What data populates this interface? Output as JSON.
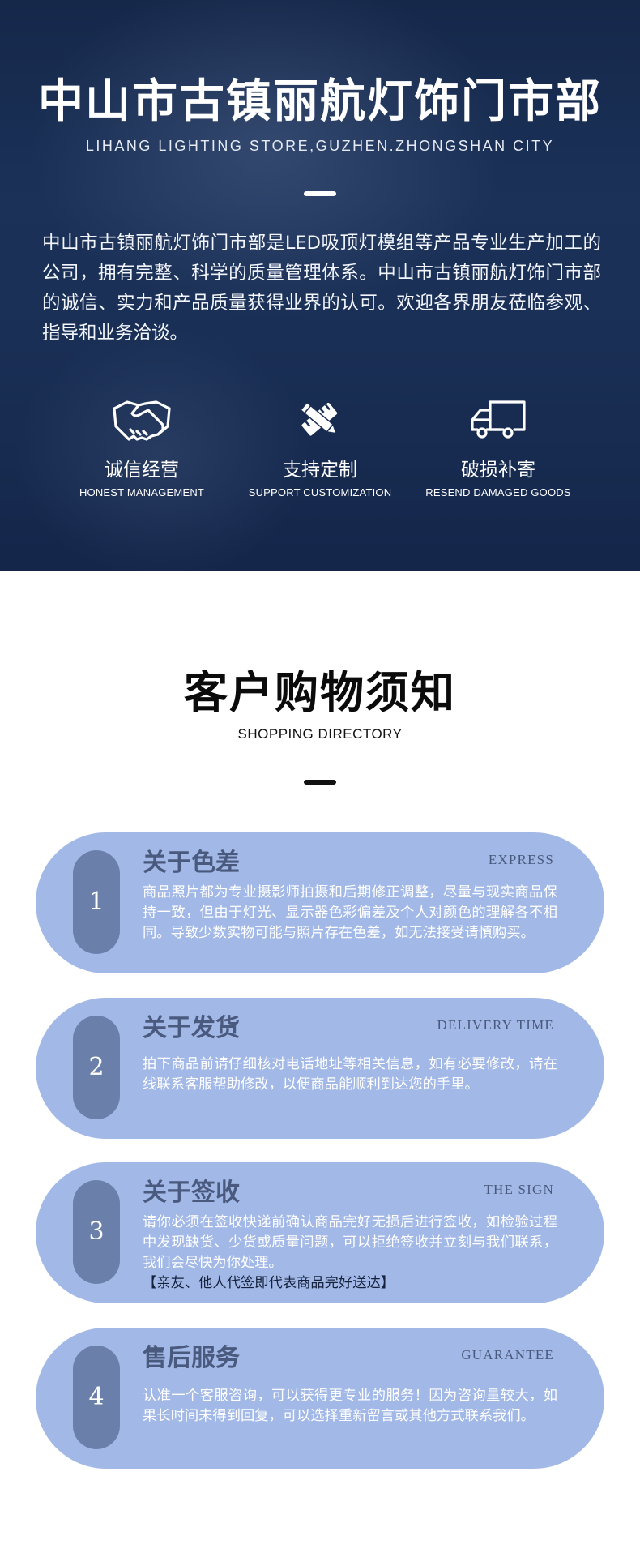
{
  "hero": {
    "title": "中山市古镇丽航灯饰门市部",
    "subtitle": "LIHANG LIGHTING STORE,GUZHEN.ZHONGSHAN CITY",
    "description": "中山市古镇丽航灯饰门市部是LED吸顶灯模组等产品专业生产加工的公司，拥有完整、科学的质量管理体系。中山市古镇丽航灯饰门市部的诚信、实力和产品质量获得业界的认可。欢迎各界朋友莅临参观、指导和业务洽谈。",
    "features": [
      {
        "icon": "handshake-icon",
        "name": "诚信经营",
        "en": "HONEST MANAGEMENT"
      },
      {
        "icon": "pencil-ruler-icon",
        "name": "支持定制",
        "en": "SUPPORT CUSTOMIZATION"
      },
      {
        "icon": "delivery-truck-icon",
        "name": "破损补寄",
        "en": "RESEND DAMAGED GOODS"
      }
    ]
  },
  "section": {
    "title": "客户购物须知",
    "subtitle": "SHOPPING DIRECTORY"
  },
  "notices": [
    {
      "number": "1",
      "title": "关于色差",
      "en": "EXPRESS",
      "text": "商品照片都为专业摄影师拍摄和后期修正调整，尽量与现实商品保持一致，但由于灯光、显示器色彩偏差及个人对颜色的理解各不相同。导致少数实物可能与照片存在色差，如无法接受请慎购买。",
      "note": ""
    },
    {
      "number": "2",
      "title": "关于发货",
      "en": "DELIVERY TIME",
      "text": "拍下商品前请仔细核对电话地址等相关信息，如有必要修改，请在线联系客服帮助修改，以便商品能顺利到达您的手里。",
      "note": ""
    },
    {
      "number": "3",
      "title": "关于签收",
      "en": "THE SIGN",
      "text": "请你必须在签收快递前确认商品完好无损后进行签收，如检验过程中发现缺货、少货或质量问题，可以拒绝签收并立刻与我们联系，我们会尽快为你处理。",
      "note": "【亲友、他人代签即代表商品完好送达】"
    },
    {
      "number": "4",
      "title": "售后服务",
      "en": "GUARANTEE",
      "text": "认准一个客服咨询，可以获得更专业的服务！因为咨询量较大，如果长时间未得到回复，可以选择重新留言或其他方式联系我们。",
      "note": ""
    }
  ],
  "colors": {
    "hero_bg": "#1a2f55",
    "card_bg": "#a2b8e6",
    "number_pill": "#6a80ab",
    "card_heading": "#4a5a7e"
  }
}
